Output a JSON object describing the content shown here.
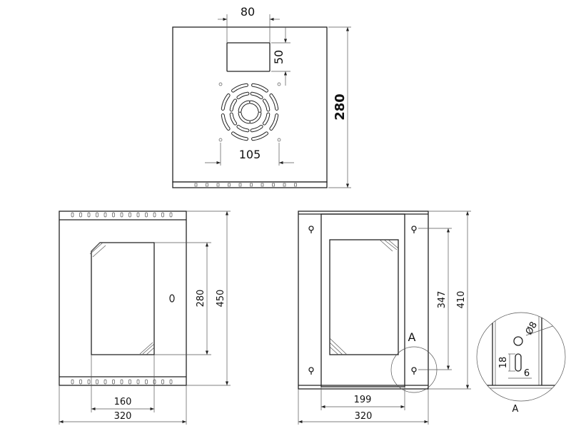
{
  "top_view": {
    "width_80": "80",
    "height_50": "50",
    "depth_280": "280",
    "fan_spacing_105": "105"
  },
  "front_view": {
    "window_height_280": "280",
    "height_450": "450",
    "window_width_160": "160",
    "width_320": "320"
  },
  "back_view": {
    "mount_spacing_347": "347",
    "height_410": "410",
    "door_width_199": "199",
    "width_320": "320",
    "detail_marker": "A"
  },
  "detail_a": {
    "hole_diameter": "Ø8",
    "slot_length_18": "18",
    "slot_width_6": "6",
    "label": "A"
  }
}
